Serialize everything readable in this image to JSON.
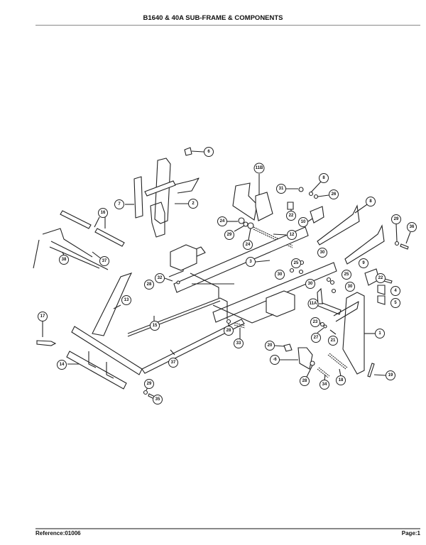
{
  "header": {
    "title": "B1640 & 40A SUB-FRAME & COMPONENTS"
  },
  "footer": {
    "reference": "Reference:01006",
    "page": "Page:1"
  },
  "callouts": [
    "6",
    "11B",
    "8",
    "31",
    "26",
    "7",
    "2",
    "8",
    "22",
    "10",
    "16",
    "24",
    "29",
    "36",
    "29",
    "12",
    "24",
    "38",
    "37",
    "30",
    "3",
    "25",
    "30",
    "25",
    "30",
    "32",
    "28",
    "9",
    "22",
    "30",
    "4",
    "13",
    "11A",
    "5",
    "17",
    "15",
    "23",
    "28",
    "1",
    "27",
    "21",
    "33",
    "20",
    "-6",
    "14",
    "37",
    "28",
    "34",
    "18",
    "19",
    "29",
    "35"
  ]
}
